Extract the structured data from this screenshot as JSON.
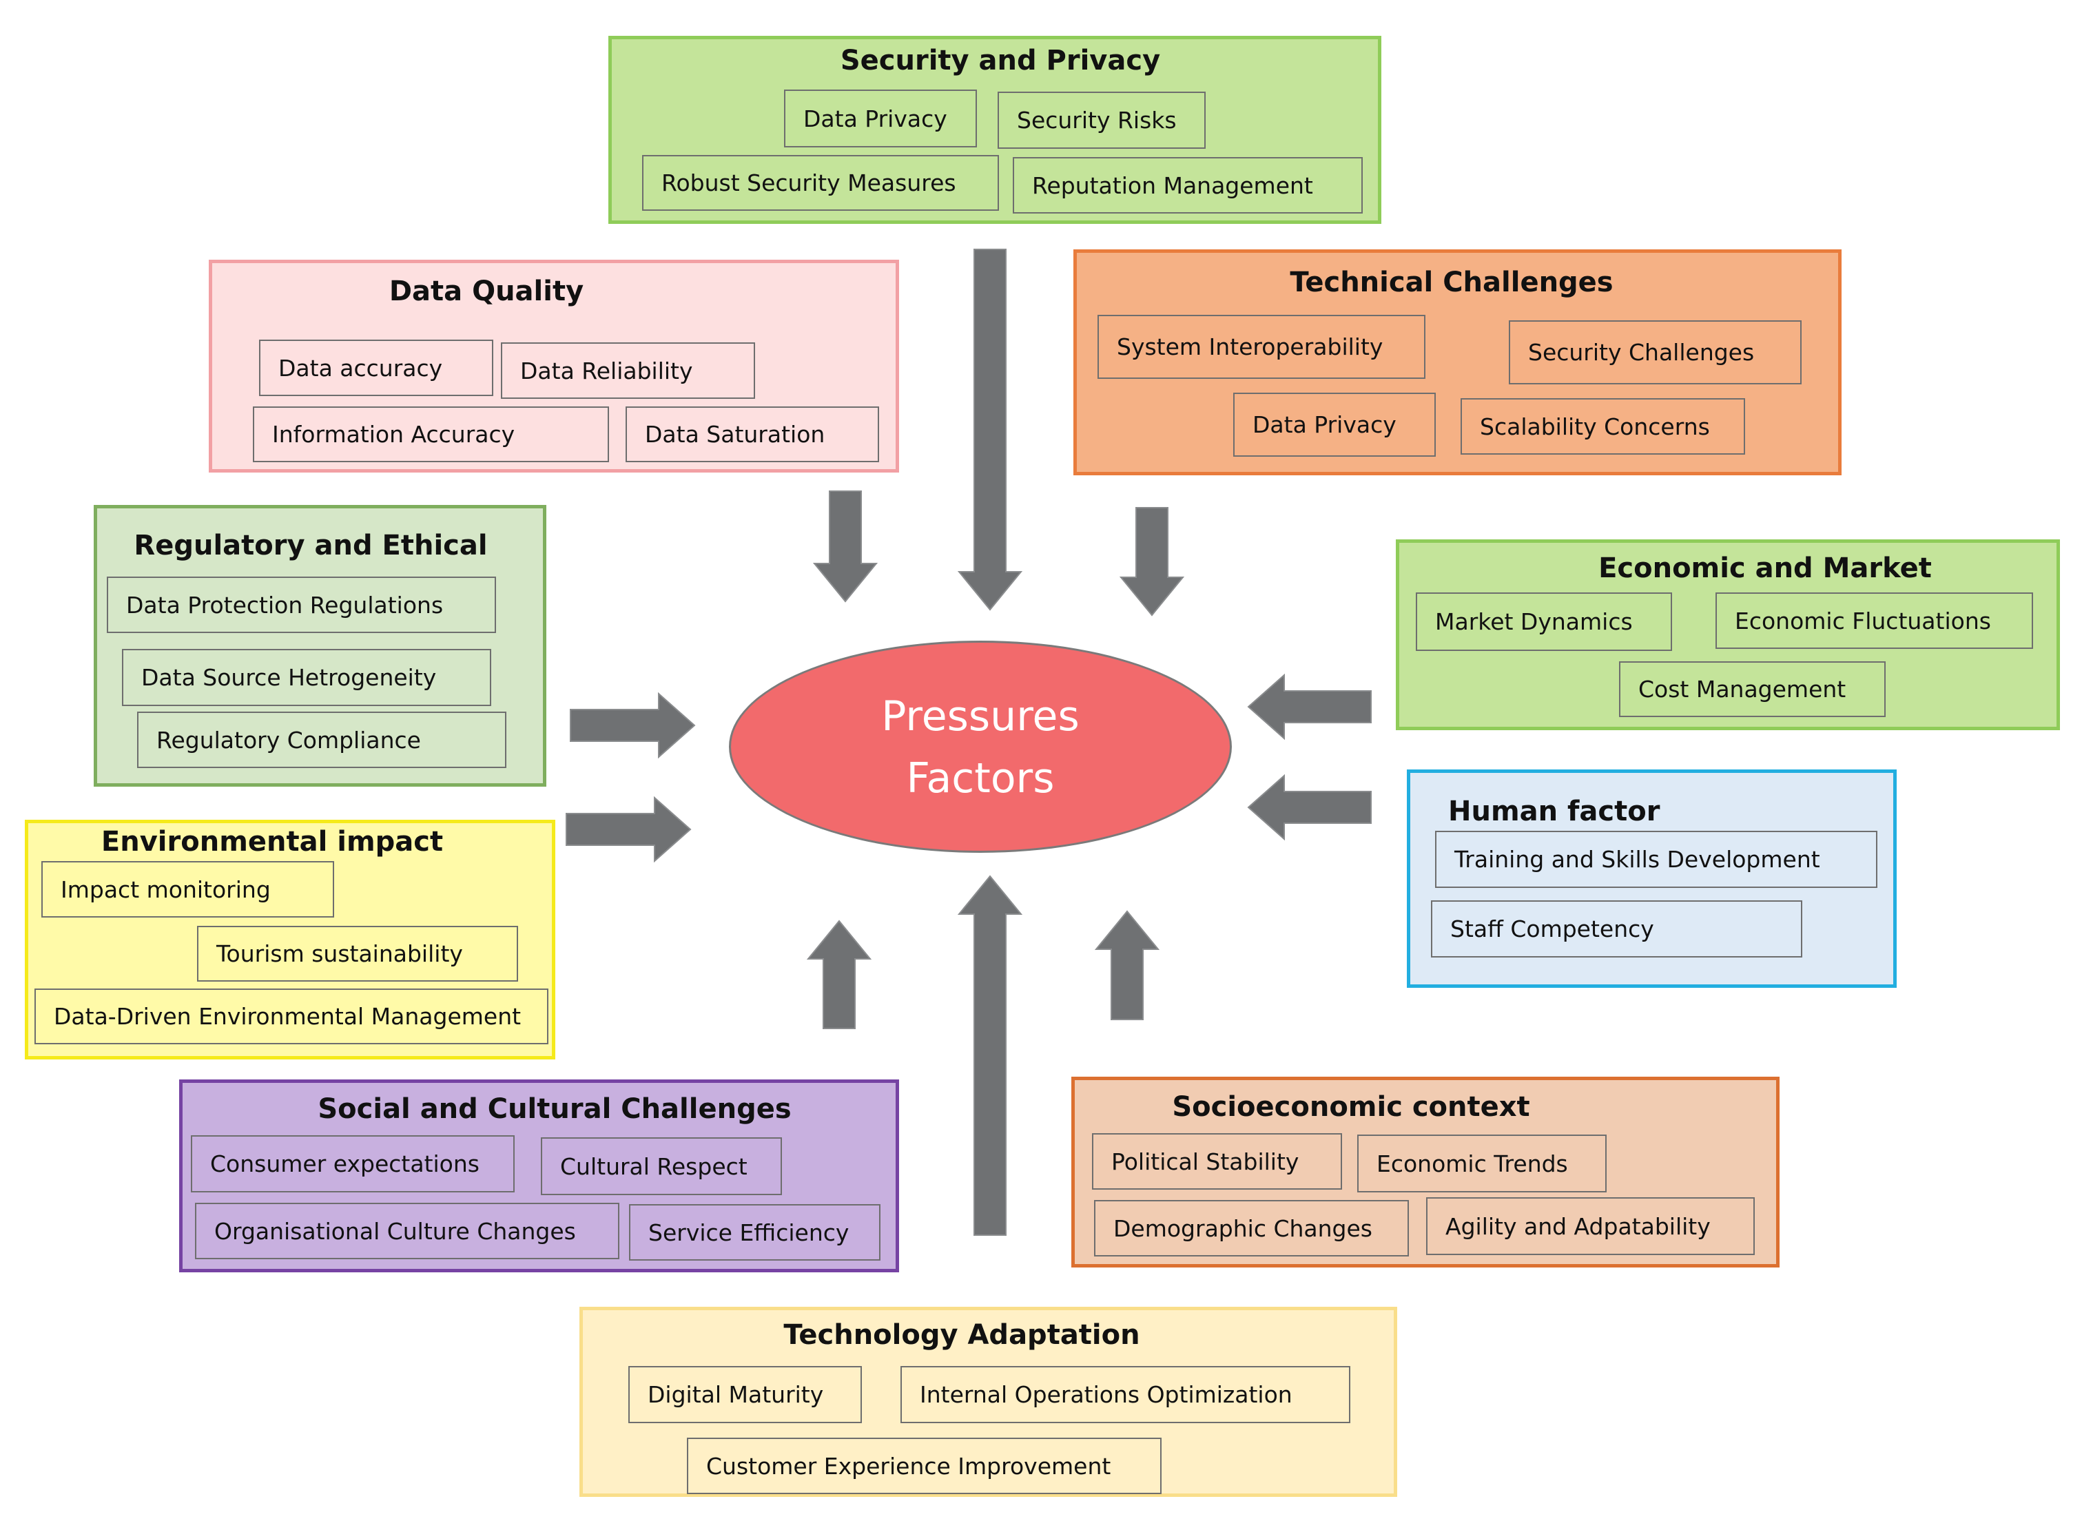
{
  "center": {
    "lines": [
      "Pressures",
      "Factors"
    ],
    "fill": "#f26a6c",
    "text_color": "#ffffff"
  },
  "groups": [
    {
      "id": "security-and-privacy",
      "title": "Security and Privacy",
      "fill": "#c4e49a",
      "border": "#8fcc59",
      "items": [
        "Data Privacy",
        "Security Risks",
        "Robust Security Measures",
        "Reputation Management"
      ]
    },
    {
      "id": "data-quality",
      "title": "Data Quality",
      "fill": "#fde0e0",
      "border": "#f2a0a4",
      "items": [
        "Data accuracy",
        "Data Reliability",
        "Information Accuracy",
        "Data Saturation"
      ]
    },
    {
      "id": "technical-challenges",
      "title": "Technical Challenges",
      "fill": "#f5b185",
      "border": "#e97c3c",
      "items": [
        "System Interoperability",
        "Security Challenges",
        "Data Privacy",
        "Scalability  Concerns"
      ]
    },
    {
      "id": "regulatory-and-ethical",
      "title": "Regulatory and Ethical",
      "fill": "#d6e7c8",
      "border": "#7fae5e",
      "items": [
        "Data Protection Regulations",
        "Data Source Hetrogeneity",
        "Regulatory Compliance"
      ]
    },
    {
      "id": "economic-and-market",
      "title": "Economic and Market",
      "fill": "#c4e49a",
      "border": "#8fcc59",
      "items": [
        "Market Dynamics",
        "Economic  Fluctuations",
        "Cost Management"
      ]
    },
    {
      "id": "environmental-impact",
      "title": "Environmental impact",
      "fill": "#fffaa8",
      "border": "#f5ea1a",
      "items": [
        "Impact monitoring",
        "Tourism sustainability",
        "Data-Driven Environmental Management"
      ]
    },
    {
      "id": "human-factor",
      "title": "Human factor",
      "fill": "#deeaf6",
      "border": "#22aee0",
      "items": [
        "Training  and  Skills  Development",
        "Staff Competency"
      ]
    },
    {
      "id": "social-and-cultural-challenges",
      "title": "Social and Cultural Challenges",
      "fill": "#c8b0df",
      "border": "#7643a3",
      "items": [
        "Consumer expectations",
        "Cultural Respect",
        "Organisational  Culture Changes",
        "Service Efficiency"
      ]
    },
    {
      "id": "socioeconomic-context",
      "title": "Socioeconomic context",
      "fill": "#f1ccb2",
      "border": "#dc7030",
      "items": [
        "Political Stability",
        "Economic Trends",
        "Demographic  Changes",
        "Agility and  Adpatability"
      ]
    },
    {
      "id": "technology-adaptation",
      "title": "Technology Adaptation",
      "fill": "#fff0c6",
      "border": "#f9de8a",
      "items": [
        "Digital  Maturity",
        "Internal Operations Optimization",
        "Customer Experience Improvement"
      ]
    }
  ],
  "arrow_color": "#6f7173",
  "arrow_edge": "#8a8c8e"
}
